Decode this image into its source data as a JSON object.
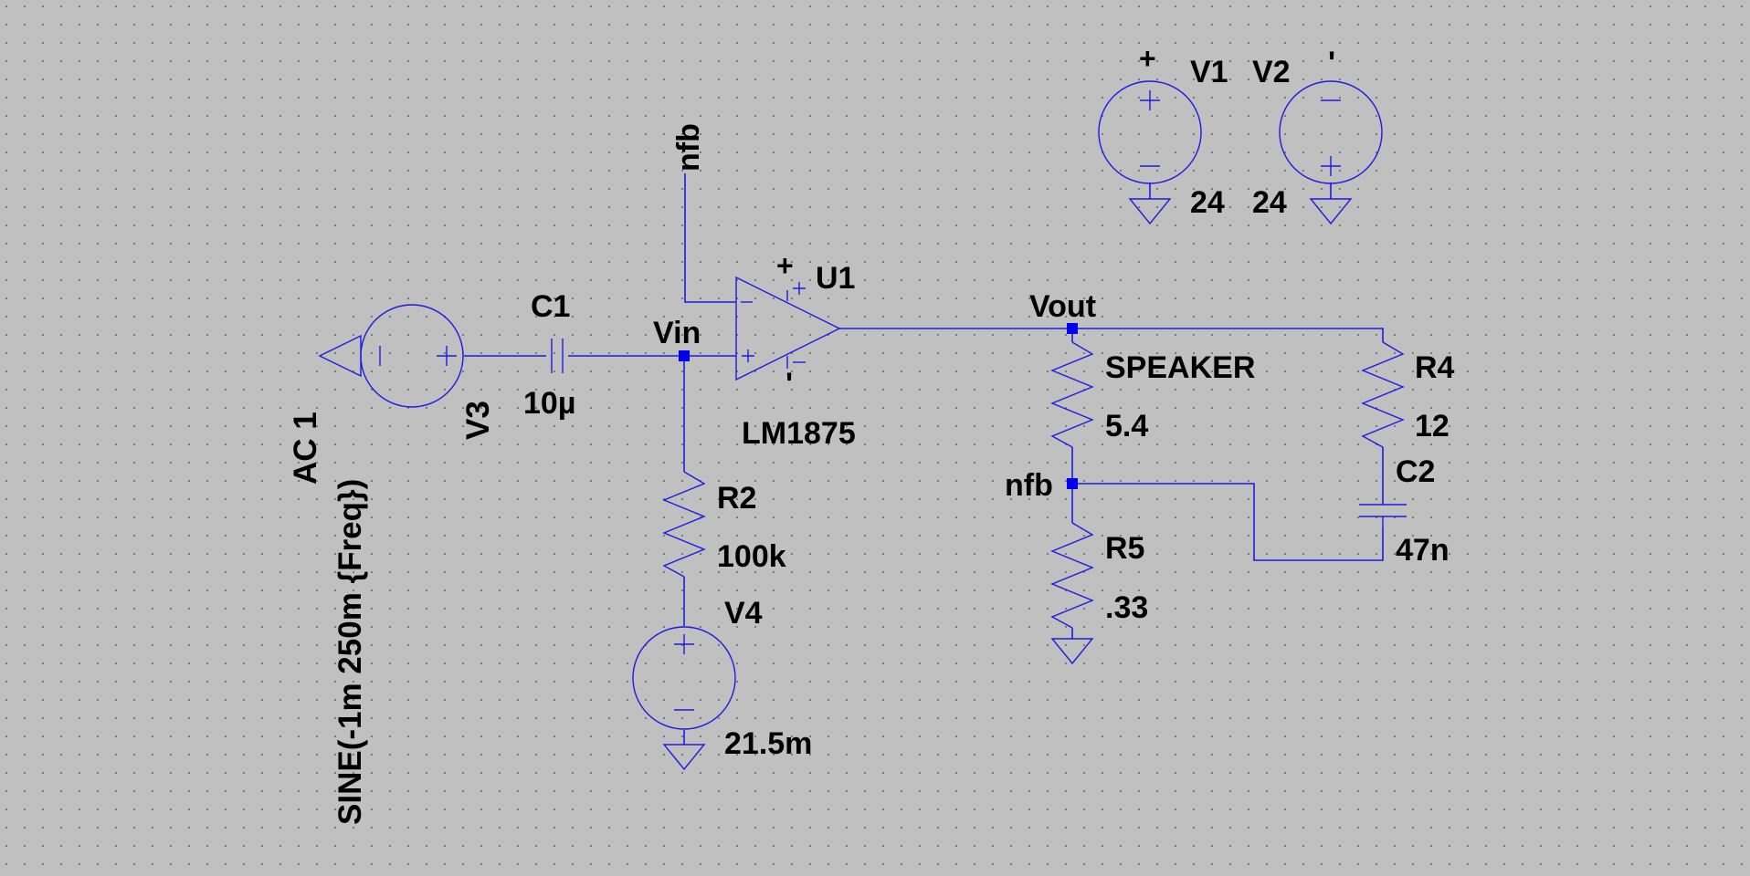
{
  "components": {
    "V1": {
      "name": "V1",
      "value": "24"
    },
    "V2": {
      "name": "V2",
      "value": "24"
    },
    "V3": {
      "name": "V3",
      "value_line1": "AC 1",
      "value_line2": "SINE(-1m 250m {Freq})"
    },
    "V4": {
      "name": "V4",
      "value": "21.5m"
    },
    "C1": {
      "name": "C1",
      "value": "10µ"
    },
    "C2": {
      "name": "C2",
      "value": "47n"
    },
    "R2": {
      "name": "R2",
      "value": "100k"
    },
    "R4": {
      "name": "R4",
      "value": "12"
    },
    "R5": {
      "name": "R5",
      "value": ".33"
    },
    "SPEAKER": {
      "name": "SPEAKER",
      "value": "5.4"
    },
    "U1": {
      "name": "U1",
      "value": "LM1875"
    }
  },
  "nets": {
    "vin": "Vin",
    "vout": "Vout",
    "nfb_top": "nfb",
    "nfb_mid": "nfb"
  },
  "symbols": {
    "plus": "+",
    "minus": "-",
    "minus_stub": "'"
  },
  "colors": {
    "background": "#c0c0c0",
    "wire": "#1c1ce0",
    "node": "#0000ee",
    "text": "#000000"
  }
}
